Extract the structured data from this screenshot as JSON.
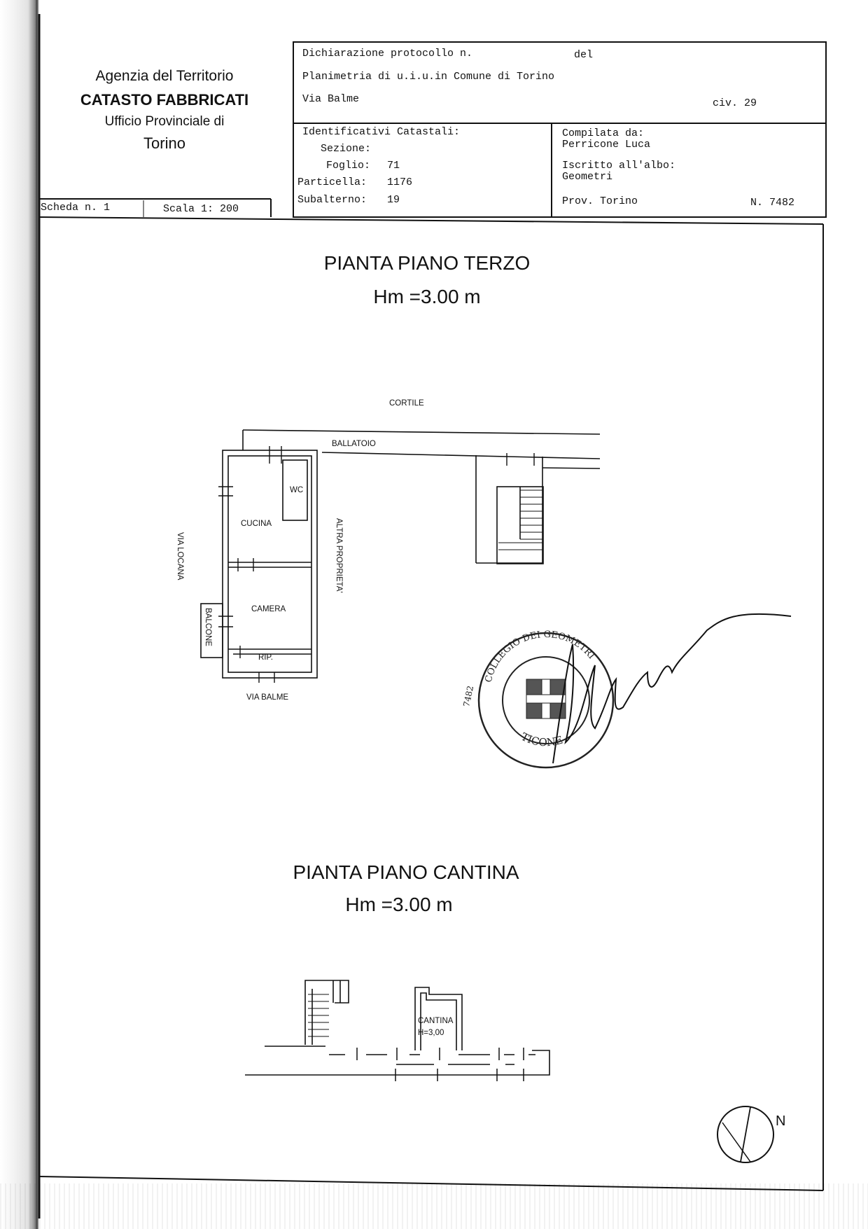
{
  "agency": {
    "line1": "Agenzia del Territorio",
    "line2": "CATASTO FABBRICATI",
    "line3": "Ufficio Provinciale di",
    "line4": "Torino"
  },
  "header": {
    "declaration_label": "Dichiarazione protocollo n.",
    "declaration_del": "del",
    "planimetry": "Planimetria di u.i.u.in Comune di Torino",
    "street": "Via Balme",
    "civic": "civ. 29"
  },
  "cadastral": {
    "title": "Identificativi Catastali:",
    "sezione_label": "Sezione:",
    "foglio_label": "Foglio:",
    "foglio_value": "71",
    "particella_label": "Particella:",
    "particella_value": "1176",
    "subalterno_label": "Subalterno:",
    "subalterno_value": "19"
  },
  "compiler": {
    "compiled_by_label": "Compilata da:",
    "compiled_by_name": "Perricone Luca",
    "register_label": "Iscritto all'albo:",
    "register_value": "Geometri",
    "province": "Prov. Torino",
    "number": "N.  7482"
  },
  "scheda": {
    "scheda_label": "Scheda n. 1",
    "scale_label": "Scala 1: 200"
  },
  "plan_third": {
    "title": "PIANTA PIANO TERZO",
    "height": "Hm =3.00 m",
    "labels": {
      "cortile": "CORTILE",
      "ballatoio": "BALLATOIO",
      "wc": "WC",
      "cucina": "CUCINA",
      "camera": "CAMERA",
      "balcone": "BALCONE",
      "rip": "RIP.",
      "via_locana": "VIA LOCANA",
      "altra_proprieta": "ALTRA PROPRIETA'",
      "via_balme": "VIA BALME"
    }
  },
  "plan_cellar": {
    "title": "PIANTA PIANO CANTINA",
    "height": "Hm =3.00 m",
    "labels": {
      "cantina": "CANTINA",
      "cantina_height": "H=3,00"
    }
  },
  "north_label": "N",
  "stamp": {
    "top_text": "COLLEGIO DEI GEOMETRI",
    "bottom_text": "TICONE",
    "number_text": "7482"
  }
}
